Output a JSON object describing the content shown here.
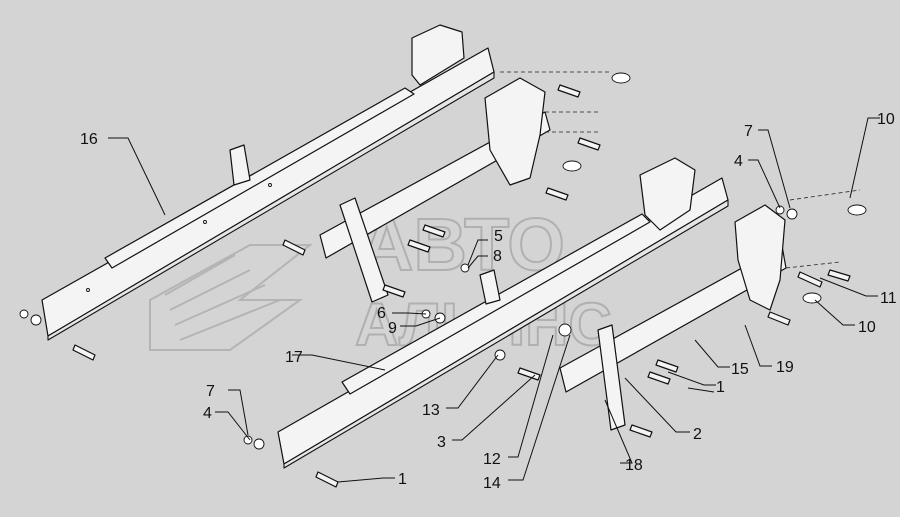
{
  "watermark": {
    "line1": "АВТО",
    "line2": "АЛЬЯНС"
  },
  "callouts": [
    {
      "id": "c16",
      "text": "16"
    },
    {
      "id": "c17",
      "text": "17"
    },
    {
      "id": "c13",
      "text": "13"
    },
    {
      "id": "c3",
      "text": "3"
    },
    {
      "id": "c12",
      "text": "12"
    },
    {
      "id": "c14",
      "text": "14"
    },
    {
      "id": "c18",
      "text": "18"
    },
    {
      "id": "c2",
      "text": "2"
    },
    {
      "id": "c1a",
      "text": "1"
    },
    {
      "id": "c1b",
      "text": "1"
    },
    {
      "id": "c15",
      "text": "15"
    },
    {
      "id": "c19",
      "text": "19"
    },
    {
      "id": "c5",
      "text": "5"
    },
    {
      "id": "c8",
      "text": "8"
    },
    {
      "id": "c6",
      "text": "6"
    },
    {
      "id": "c9",
      "text": "9"
    },
    {
      "id": "c7a",
      "text": "7"
    },
    {
      "id": "c4a",
      "text": "4"
    },
    {
      "id": "c7b",
      "text": "7"
    },
    {
      "id": "c4b",
      "text": "4"
    },
    {
      "id": "c10a",
      "text": "10"
    },
    {
      "id": "c10b",
      "text": "10"
    },
    {
      "id": "c11",
      "text": "11"
    }
  ]
}
